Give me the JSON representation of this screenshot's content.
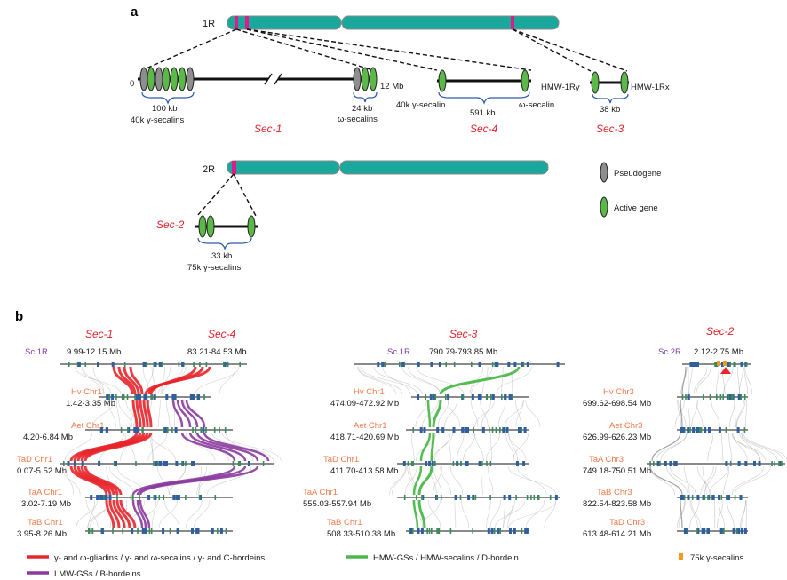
{
  "panel_a": {
    "label": "a",
    "chr_1r": "1R",
    "chr_2r": "2R",
    "start_zero": "0",
    "sec1": {
      "name": "Sec-1",
      "left_size": "100 kb",
      "left_desc": "40k  γ-secalins",
      "right_size": "24 kb",
      "right_desc": "ω-secalins",
      "end_pos": "12 Mb"
    },
    "sec4": {
      "name": "Sec-4",
      "left_desc": "40k  γ-secalin",
      "size": "591 kb",
      "right_desc": "ω-secalin"
    },
    "sec3": {
      "name": "Sec-3",
      "left_gene": "HMW-1Ry",
      "right_gene": "HMW-1Rx",
      "size": "38 kb"
    },
    "sec2": {
      "name": "Sec-2",
      "size": "33 kb",
      "desc": "75k  γ-secalins"
    },
    "legend": {
      "pseudogene": "Pseudogene",
      "active": "Active gene"
    },
    "colors": {
      "chromosome": "#1aa89c",
      "centromere_band": "#e0198c",
      "pseudogene": "#8e8e8e",
      "active_gene": "#5cb848"
    }
  },
  "panel_b": {
    "label": "b",
    "group1": {
      "titles": [
        "Sec-1",
        "Sec-4"
      ],
      "sc_label": "Sc 1R",
      "sc_left": "9.99-12.15 Mb",
      "sc_right": "83.21-84.53 Mb",
      "tracks": [
        {
          "species": "Hv Chr1",
          "range": "1.42-3.35 Mb"
        },
        {
          "species": "Aet Chr1",
          "range": "4.20-6.84 Mb"
        },
        {
          "species": "TaD Chr1",
          "range": "0.07-5.52 Mb"
        },
        {
          "species": "TaA Chr1",
          "range": "3.02-7.19 Mb"
        },
        {
          "species": "TaB Chr1",
          "range": "3.95-8.26 Mb"
        }
      ]
    },
    "group2": {
      "title": "Sec-3",
      "sc_label": "Sc 1R",
      "sc_range": "790.79-793.85 Mb",
      "tracks": [
        {
          "species": "Hv Chr1",
          "range": "474.09-472.92 Mb"
        },
        {
          "species": "Aet Chr1",
          "range": "418.71-420.69 Mb"
        },
        {
          "species": "TaD Chr1",
          "range": "411.70-413.58 Mb"
        },
        {
          "species": "TaA Chr1",
          "range": "555.03-557.94 Mb"
        },
        {
          "species": "TaB Chr1",
          "range": "508.33-510.38 Mb"
        }
      ]
    },
    "group3": {
      "title": "Sec-2",
      "sc_label": "Sc 2R",
      "sc_range": "2.12-2.75 Mb",
      "tracks": [
        {
          "species": "Hv Chr3",
          "range": "699.62-698.54 Mb"
        },
        {
          "species": "Aet Chr3",
          "range": "626.99-626.23 Mb"
        },
        {
          "species": "TaA Chr3",
          "range": "749.18-750.51 Mb"
        },
        {
          "species": "TaB Chr3",
          "range": "822.54-823.58 Mb"
        },
        {
          "species": "TaD Chr3",
          "range": "613.48-614.21 Mb"
        }
      ]
    },
    "legend": {
      "red": "γ- and ω-gliadins / γ- and ω-secalins / γ- and C-hordeins",
      "purple": "LMW-GSs / B-hordeins",
      "green": "HMW-GSs / HMW-secalins / D-hordein",
      "orange": "75k γ-secalins"
    },
    "colors": {
      "red": "#e8252b",
      "purple": "#8a3a9e",
      "green": "#4cb848",
      "orange": "#f39a1e",
      "track": "#8a8a8a",
      "gene_blue": "#2f5f9e",
      "gene_green": "#3a8a5a"
    }
  }
}
